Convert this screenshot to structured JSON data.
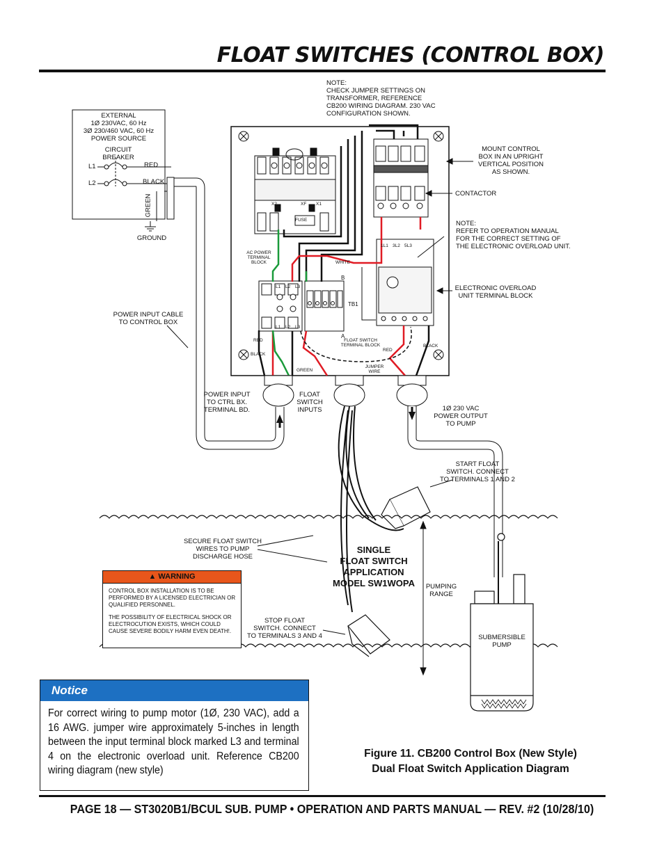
{
  "page_title": "FLOAT SWITCHES (CONTROL BOX)",
  "footer": "PAGE 18 — ST3020B1/BCUL SUB. PUMP • OPERATION AND PARTS MANUAL — REV. #2 (10/28/10)",
  "notes": {
    "jumper": [
      "NOTE:",
      "CHECK JUMPER SETTINGS ON",
      "TRANSFORMER, REFERENCE",
      "CB200 WIRING DIAGRAM. 230 VAC",
      "CONFIGURATION SHOWN."
    ],
    "overload": [
      "NOTE:",
      "REFER TO OPERATION MANUAL",
      "FOR THE CORRECT SETTING OF",
      "THE ELECTRONIC OVERLOAD UNIT."
    ]
  },
  "labels": {
    "power_source": [
      "EXTERNAL",
      "1Ø 230VAC, 60 Hz",
      "3Ø 230/460 VAC, 60 Hz",
      "POWER SOURCE"
    ],
    "circuit_breaker": [
      "CIRCUIT",
      "BREAKER"
    ],
    "l1": "L1",
    "l2": "L2",
    "red": "RED",
    "black": "BLACK",
    "green": "GREEN",
    "ground": "GROUND",
    "mount": [
      "MOUNT CONTROL",
      "BOX IN AN UPRIGHT",
      "VERTICAL POSITION",
      "AS SHOWN."
    ],
    "contactor": "CONTACTOR",
    "overload_block": [
      "ELECTRONIC OVERLOAD",
      "UNIT TERMINAL BLOCK"
    ],
    "power_cable": [
      "POWER INPUT CABLE",
      "TO CONTROL BOX"
    ],
    "power_input": [
      "POWER INPUT",
      "TO CTRL BX.",
      "TERMINAL BD."
    ],
    "float_inputs": [
      "FLOAT",
      "SWITCH",
      "INPUTS"
    ],
    "power_output": [
      "1Ø 230 VAC",
      "POWER OUTPUT",
      "TO PUMP"
    ],
    "start_float": [
      "START FLOAT",
      "SWITCH. CONNECT",
      "TO TERMINALS 1 AND 2"
    ],
    "secure": [
      "SECURE FLOAT SWITCH",
      "WIRES TO PUMP",
      "DISCHARGE HOSE"
    ],
    "application": [
      "SINGLE",
      "FLOAT SWITCH",
      "APPLICATION",
      "MODEL SW1WOPA"
    ],
    "pumping": [
      "PUMPING",
      "RANGE"
    ],
    "stop_float": [
      "STOP FLOAT",
      "SWITCH. CONNECT",
      "TO TERMINALS 3 AND 4"
    ],
    "submersible": [
      "SUBMERSIBLE",
      "PUMP"
    ],
    "ac_block": [
      "AC POWER",
      "TERMINAL",
      "BLOCK"
    ],
    "white": "WHITE",
    "b": "B",
    "a": "A",
    "tb1": "TB1",
    "float_block": [
      "FLOAT SWITCH",
      "TERMINAL BLOCK"
    ],
    "jumper_wire": [
      "JUMPER",
      "WIRE"
    ],
    "fuse": "FUSE",
    "in_red": "RED",
    "in_black": "BLACK",
    "in_green": "GREEN",
    "out_red": "RED",
    "out_black": "BLACK",
    "x2": "X2",
    "xf": "XF",
    "x1": "X1",
    "tl1": "1L1",
    "tl2": "3L2",
    "tl3": "5L3",
    "l1_top": "L1",
    "l2_top": "L2",
    "l3_top": "L3",
    "l1_bot": "L1",
    "l2_bot": "L2",
    "l3_bot": "L3"
  },
  "warning": {
    "title": "WARNING",
    "para1": "CONTROL BOX INSTALLATION IS TO BE PERFORMED BY A LICENSED ELECTRICIAN OR QUALIFIED PERSONNEL.",
    "para2": "THE POSSIBILITY OF ELECTRICAL SHOCK OR ELECTROCUTION EXISTS, WHICH COULD CAUSE SEVERE BODILY HARM EVEN DEATH!."
  },
  "notice": {
    "title": "Notice",
    "text": "For correct wiring to pump motor (1Ø, 230 VAC), add a 16 AWG. jumper wire approximately 5-inches in length between the input terminal block marked L3 and terminal 4 on the electronic overload unit. Reference CB200 wiring diagram (new style)"
  },
  "caption": [
    "Figure 11. CB200 Control Box (New Style)",
    "Dual Float Switch Application Diagram"
  ],
  "colors": {
    "red_wire": "#e01b24",
    "green_wire": "#1a9a3a",
    "black_wire": "#111111",
    "notice_blue": "#1d70c2",
    "warning_orange": "#e8561b"
  }
}
